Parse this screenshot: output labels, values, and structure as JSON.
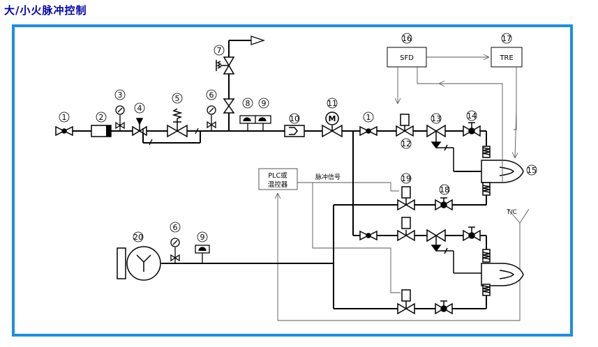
{
  "title": "大/小火脉冲控制",
  "colors": {
    "frame": "#1a8fe3",
    "title": "#0000b0"
  },
  "components": {
    "sfd": "SFD",
    "tre": "TRE",
    "plc_line1": "PLC或",
    "plc_line2": "温控器",
    "pulse_signal": "脉冲信号",
    "thermocouple": "T/C",
    "motor": "M"
  },
  "callouts": {
    "n1": "1",
    "n2": "2",
    "n3": "3",
    "n4": "4",
    "n5": "5",
    "n6": "6",
    "n7": "7",
    "n8": "8",
    "n9": "9",
    "n10": "10",
    "n11": "11",
    "n12": "12",
    "n13": "13",
    "n14": "14",
    "n15": "15",
    "n16": "16",
    "n17": "17",
    "n18": "18",
    "n19": "19",
    "n20": "20"
  }
}
